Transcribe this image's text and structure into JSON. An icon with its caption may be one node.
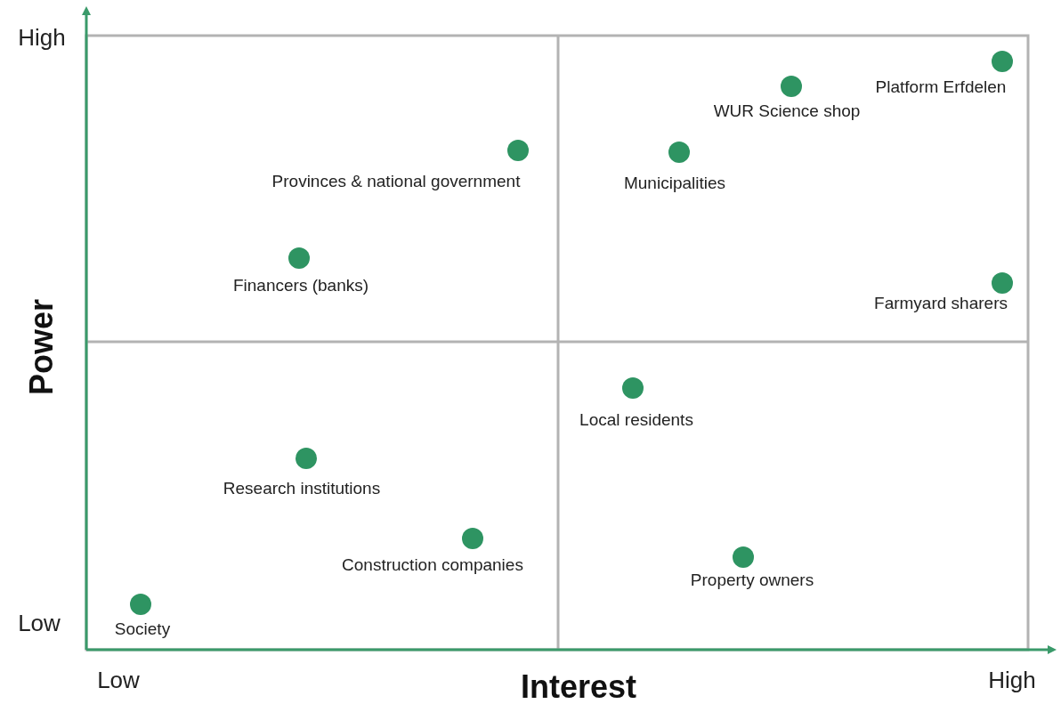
{
  "diagram": {
    "nodes": [
      {
        "text": [],
        "shape": "circle",
        "beside": [
          "Platform Erfdelen"
        ]
      },
      {
        "text": [],
        "shape": "circle",
        "beside": [
          "WUR Science shop"
        ]
      },
      {
        "text": [],
        "shape": "circle",
        "beside": [
          "Provinces & national government"
        ]
      },
      {
        "text": [],
        "shape": "circle",
        "beside": [
          "Municipalities"
        ]
      },
      {
        "text": [],
        "shape": "circle",
        "beside": [
          "Financers (banks)"
        ]
      },
      {
        "text": [],
        "shape": "circle",
        "beside": [
          "Farmyard sharers"
        ]
      },
      {
        "text": [],
        "shape": "circle",
        "beside": [
          "Local residents"
        ]
      },
      {
        "text": [],
        "shape": "circle",
        "beside": [
          "Research institutions"
        ]
      },
      {
        "text": [],
        "shape": "circle",
        "beside": [
          "Construction companies"
        ]
      },
      {
        "text": [],
        "shape": "circle",
        "beside": [
          "Property owners"
        ]
      },
      {
        "text": [],
        "shape": "circle",
        "beside": [
          "Society"
        ]
      }
    ],
    "labels": [
      "High",
      "Power",
      "Low",
      "Low",
      "Interest",
      "High"
    ]
  }
}
